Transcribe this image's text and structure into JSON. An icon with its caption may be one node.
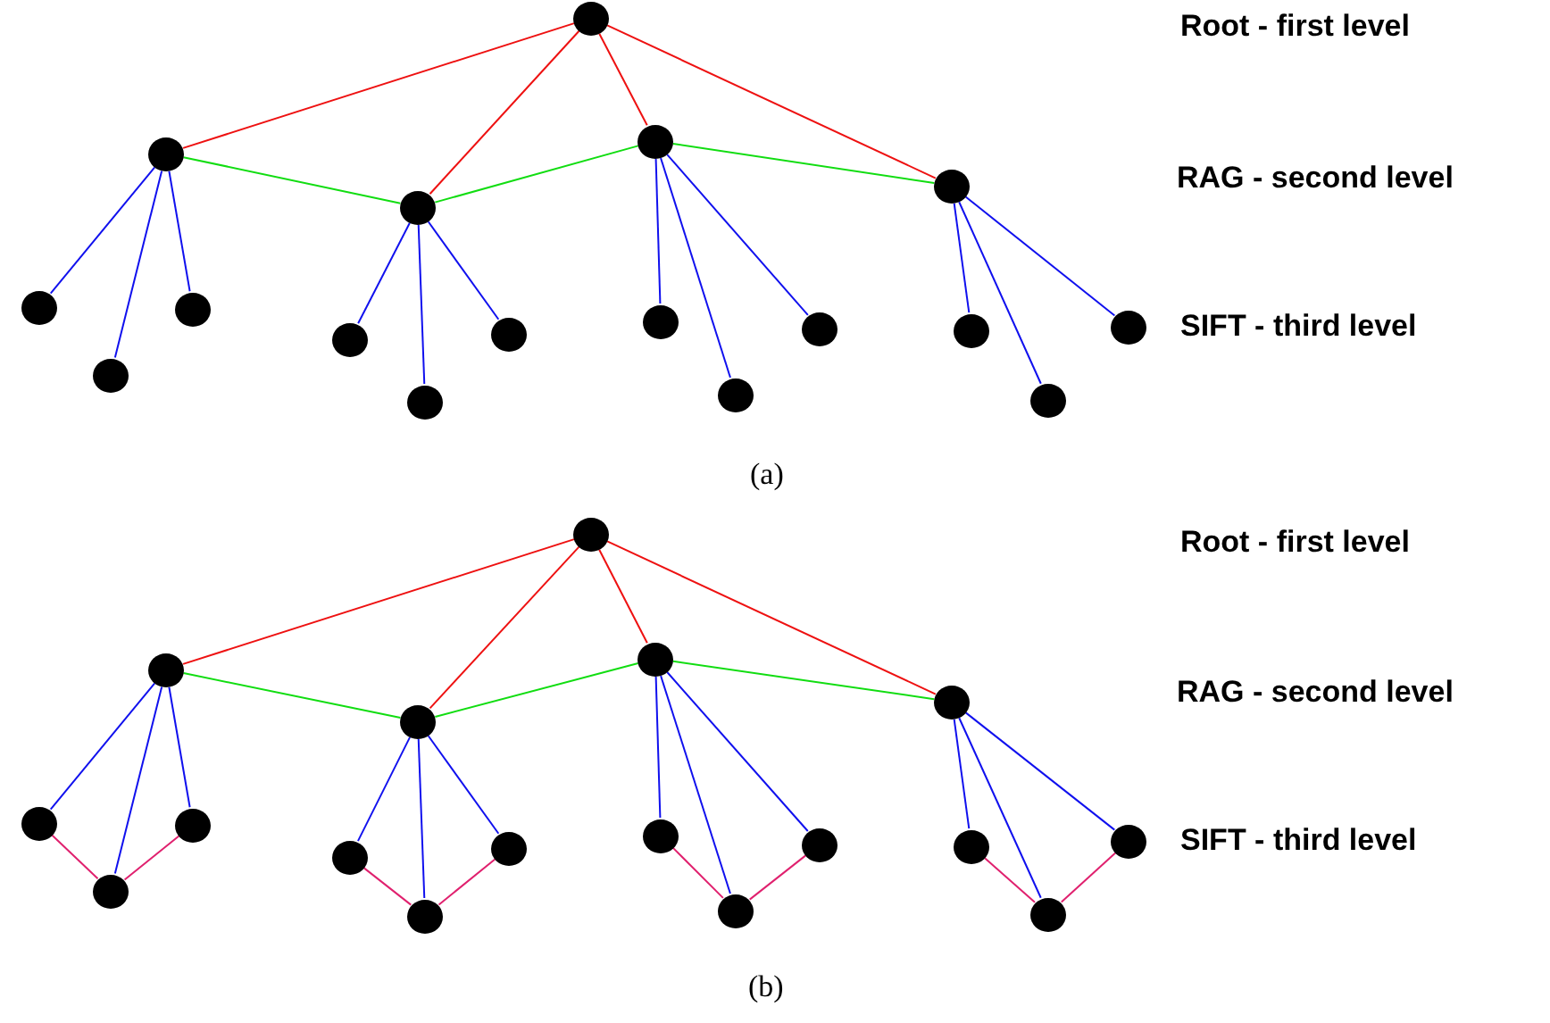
{
  "diagram": {
    "nodes": [
      {
        "text": [],
        "shape": "circle"
      },
      {
        "text": [],
        "shape": "circle"
      },
      {
        "text": [],
        "shape": "circle"
      },
      {
        "text": [],
        "shape": "circle"
      },
      {
        "text": [],
        "shape": "circle"
      },
      {
        "text": [],
        "shape": "circle"
      },
      {
        "text": [],
        "shape": "circle"
      },
      {
        "text": [],
        "shape": "circle"
      },
      {
        "text": [],
        "shape": "circle"
      },
      {
        "text": [],
        "shape": "circle"
      },
      {
        "text": [],
        "shape": "circle"
      },
      {
        "text": [],
        "shape": "circle"
      },
      {
        "text": [],
        "shape": "circle"
      },
      {
        "text": [],
        "shape": "circle"
      },
      {
        "text": [],
        "shape": "circle"
      },
      {
        "text": [],
        "shape": "circle"
      },
      {
        "text": [],
        "shape": "circle"
      },
      {
        "text": [],
        "shape": "circle"
      },
      {
        "text": [],
        "shape": "circle"
      },
      {
        "text": [],
        "shape": "circle"
      },
      {
        "text": [],
        "shape": "circle"
      },
      {
        "text": [],
        "shape": "circle"
      },
      {
        "text": [],
        "shape": "circle"
      },
      {
        "text": [],
        "shape": "circle"
      },
      {
        "text": [],
        "shape": "circle"
      },
      {
        "text": [],
        "shape": "circle"
      },
      {
        "text": [],
        "shape": "circle"
      },
      {
        "text": [],
        "shape": "circle"
      },
      {
        "text": [],
        "shape": "circle"
      },
      {
        "text": [],
        "shape": "circle"
      },
      {
        "text": [],
        "shape": "circle"
      },
      {
        "text": [],
        "shape": "circle"
      },
      {
        "text": [],
        "shape": "circle"
      },
      {
        "text": [],
        "shape": "circle"
      }
    ],
    "edges": [
      {
        "from": 0,
        "to": 1,
        "arrow": "none",
        "color": "#ee1111"
      },
      {
        "from": 0,
        "to": 2,
        "arrow": "none",
        "color": "#ee1111"
      },
      {
        "from": 0,
        "to": 3,
        "arrow": "none",
        "color": "#ee1111"
      },
      {
        "from": 0,
        "to": 4,
        "arrow": "none",
        "color": "#ee1111"
      },
      {
        "from": 1,
        "to": 2,
        "arrow": "none",
        "color": "#11dd11"
      },
      {
        "from": 2,
        "to": 3,
        "arrow": "none",
        "color": "#11dd11"
      },
      {
        "from": 3,
        "to": 4,
        "arrow": "none",
        "color": "#11dd11"
      },
      {
        "from": 1,
        "to": 5,
        "arrow": "none"
      },
      {
        "from": 1,
        "to": 6,
        "arrow": "none"
      },
      {
        "from": 1,
        "to": 7,
        "arrow": "none"
      },
      {
        "from": 2,
        "to": 8,
        "arrow": "none"
      },
      {
        "from": 2,
        "to": 9,
        "arrow": "none"
      },
      {
        "from": 2,
        "to": 10,
        "arrow": "none"
      },
      {
        "from": 3,
        "to": 11,
        "arrow": "none"
      },
      {
        "from": 3,
        "to": 12,
        "arrow": "none"
      },
      {
        "from": 3,
        "to": 13,
        "arrow": "none"
      },
      {
        "from": 4,
        "to": 14,
        "arrow": "none"
      },
      {
        "from": 4,
        "to": 15,
        "arrow": "none"
      },
      {
        "from": 4,
        "to": 16,
        "arrow": "none"
      },
      {
        "from": 17,
        "to": 18,
        "arrow": "none",
        "color": "#ee1111"
      },
      {
        "from": 17,
        "to": 19,
        "arrow": "none",
        "color": "#ee1111"
      },
      {
        "from": 17,
        "to": 20,
        "arrow": "none",
        "color": "#ee1111"
      },
      {
        "from": 17,
        "to": 21,
        "arrow": "none",
        "color": "#ee1111"
      },
      {
        "from": 18,
        "to": 19,
        "arrow": "none",
        "color": "#11dd11"
      },
      {
        "from": 19,
        "to": 20,
        "arrow": "none",
        "color": "#11dd11"
      },
      {
        "from": 20,
        "to": 21,
        "arrow": "none",
        "color": "#11dd11"
      },
      {
        "from": 18,
        "to": 22,
        "arrow": "none"
      },
      {
        "from": 18,
        "to": 23,
        "arrow": "none"
      },
      {
        "from": 18,
        "to": 24,
        "arrow": "none"
      },
      {
        "from": 19,
        "to": 25,
        "arrow": "none"
      },
      {
        "from": 19,
        "to": 26,
        "arrow": "none"
      },
      {
        "from": 19,
        "to": 27,
        "arrow": "none"
      },
      {
        "from": 20,
        "to": 28,
        "arrow": "none"
      },
      {
        "from": 20,
        "to": 29,
        "arrow": "none"
      },
      {
        "from": 20,
        "to": 30,
        "arrow": "none"
      },
      {
        "from": 21,
        "to": 31,
        "arrow": "none"
      },
      {
        "from": 21,
        "to": 32,
        "arrow": "none"
      },
      {
        "from": 21,
        "to": 33,
        "arrow": "none"
      },
      {
        "from": 22,
        "to": 23,
        "arrow": "none",
        "color": "#e0206e"
      },
      {
        "from": 23,
        "to": 24,
        "arrow": "none",
        "color": "#e0206e"
      },
      {
        "from": 25,
        "to": 26,
        "arrow": "none",
        "color": "#e0206e"
      },
      {
        "from": 26,
        "to": 27,
        "arrow": "none",
        "color": "#e0206e"
      },
      {
        "from": 28,
        "to": 29,
        "arrow": "none",
        "color": "#e0206e"
      },
      {
        "from": 29,
        "to": 30,
        "arrow": "none",
        "color": "#e0206e"
      },
      {
        "from": 31,
        "to": 32,
        "arrow": "none",
        "color": "#e0206e"
      },
      {
        "from": 32,
        "to": 33,
        "arrow": "none",
        "color": "#e0206e"
      }
    ],
    "labels": [
      "Root - first level",
      "RAG - second level",
      "SIFT - third level",
      "(a)",
      "Root - first level",
      "RAG - second level",
      "SIFT - third level",
      "(b)"
    ]
  }
}
